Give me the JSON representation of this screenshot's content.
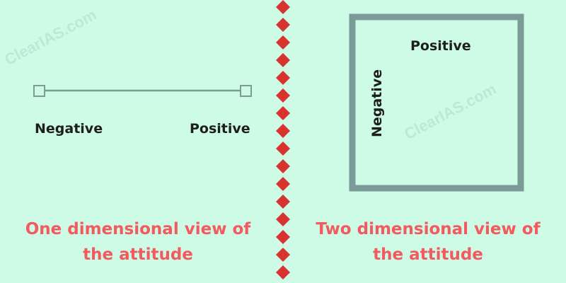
{
  "watermark_text": "ClearIAS.com",
  "colors": {
    "background": "#cdfbe6",
    "line": "#7b9a98",
    "divider": "#d8342f",
    "caption": "#f25a5f",
    "label": "#1e1e1e"
  },
  "left_panel": {
    "negative_label": "Negative",
    "positive_label": "Positive",
    "caption_line1": "One dimensional view of",
    "caption_line2": "the attitude"
  },
  "right_panel": {
    "positive_label": "Positive",
    "negative_label": "Negative",
    "caption_line1": "Two dimensional view of",
    "caption_line2": "the attitude"
  }
}
